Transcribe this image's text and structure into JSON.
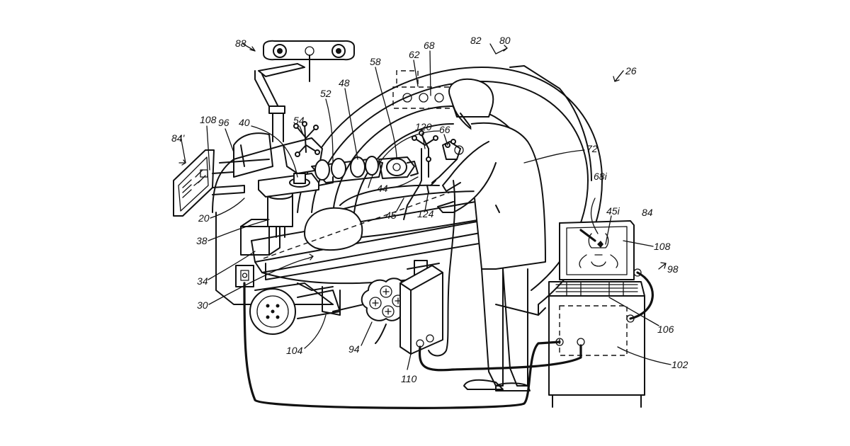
{
  "labels": {
    "l_88": "88",
    "l_82": "82",
    "l_80": "80",
    "l_26": "26",
    "l_62": "62",
    "l_68": "68",
    "l_58": "58",
    "l_48": "48",
    "l_52": "52",
    "l_54": "54",
    "l_40": "40",
    "l_96": "96",
    "l_108a": "108",
    "l_84p": "84'",
    "l_120": "120",
    "l_66": "66",
    "l_72": "72",
    "l_44": "44",
    "l_45": "45",
    "l_124": "124",
    "l_20": "20",
    "l_38": "38",
    "l_34": "34",
    "l_30": "30",
    "l_68i": "68i",
    "l_45i": "45i",
    "l_84": "84",
    "l_108b": "108",
    "l_98": "98",
    "l_106": "106",
    "l_102": "102",
    "l_104": "104",
    "l_94": "94",
    "l_110": "110"
  }
}
